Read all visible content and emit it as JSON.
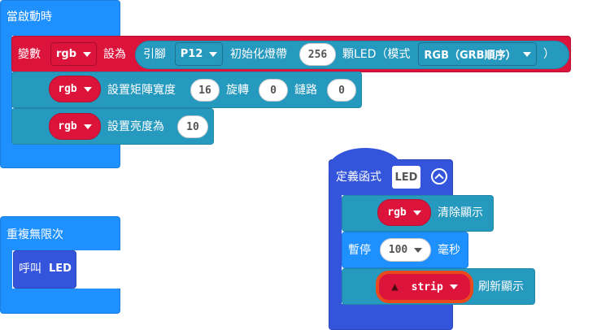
{
  "on_start": {
    "label": "當啟動時",
    "set_block": {
      "var_label": "變數",
      "var": "rgb",
      "to": "設為",
      "pin_label": "引腳",
      "pin": "P12",
      "init": "初始化燈帶",
      "count": "256",
      "leds": "顆LED（模式",
      "mode": "RGB（GRB順序）",
      "close": "）"
    },
    "matrix_block": {
      "var": "rgb",
      "label": "設置矩陣寬度",
      "width": "16",
      "rotate_label": "旋轉",
      "rotate": "0",
      "chain_label": "鏈路",
      "chain": "0"
    },
    "brightness_block": {
      "var": "rgb",
      "label": "設置亮度為",
      "value": "10"
    }
  },
  "forever": {
    "label": "重複無限次",
    "call_label": "呼叫",
    "call_name": "LED"
  },
  "function_def": {
    "label": "定義函式",
    "name": "LED",
    "clear_block": {
      "var": "rgb",
      "label": "清除顯示"
    },
    "pause_block": {
      "label": "暫停",
      "value": "100",
      "unit": "毫秒"
    },
    "show_block": {
      "var": "strip",
      "label": "刷新顯示",
      "warning": "!"
    }
  },
  "colors": {
    "event": "#1e90ff",
    "neopixel": "#2699bf",
    "variable": "#dc143c",
    "function": "#3455db"
  }
}
